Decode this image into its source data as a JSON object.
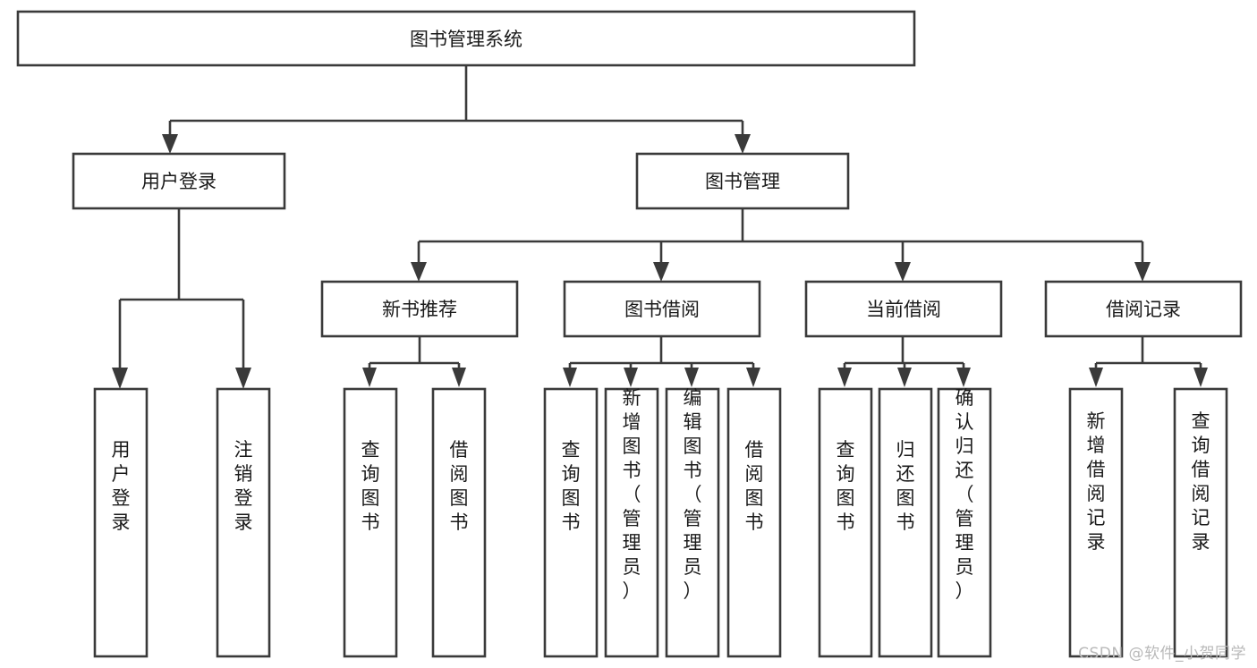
{
  "diagram": {
    "type": "tree-hierarchy",
    "title": "图书管理系统",
    "orientation": "top-down",
    "colors": {
      "box_stroke": "#3a3a3a",
      "box_fill": "#ffffff",
      "connector": "#3a3a3a",
      "text": "#1a1a1a",
      "background": "#ffffff",
      "watermark": "#b9b9b9"
    },
    "root": {
      "id": "root",
      "label": "图书管理系统"
    },
    "level2": [
      {
        "id": "user-login",
        "label": "用户登录"
      },
      {
        "id": "book-management",
        "label": "图书管理"
      }
    ],
    "level3": [
      {
        "id": "new-book-recommend",
        "label": "新书推荐",
        "parent": "book-management"
      },
      {
        "id": "book-borrow",
        "label": "图书借阅",
        "parent": "book-management"
      },
      {
        "id": "current-borrow",
        "label": "当前借阅",
        "parent": "book-management"
      },
      {
        "id": "borrow-record",
        "label": "借阅记录",
        "parent": "book-management"
      }
    ],
    "leaves": [
      {
        "id": "leaf-user-login",
        "label": "用户登录",
        "parent": "user-login"
      },
      {
        "id": "leaf-logout",
        "label": "注销登录",
        "parent": "user-login"
      },
      {
        "id": "leaf-query-book-1",
        "label": "查询图书",
        "parent": "new-book-recommend"
      },
      {
        "id": "leaf-borrow-book-1",
        "label": "借阅图书",
        "parent": "new-book-recommend"
      },
      {
        "id": "leaf-query-book-2",
        "label": "查询图书",
        "parent": "book-borrow"
      },
      {
        "id": "leaf-add-book",
        "label": "新增图书（管理员）",
        "parent": "book-borrow"
      },
      {
        "id": "leaf-edit-book",
        "label": "编辑图书（管理员）",
        "parent": "book-borrow"
      },
      {
        "id": "leaf-borrow-book-2",
        "label": "借阅图书",
        "parent": "book-borrow"
      },
      {
        "id": "leaf-query-book-3",
        "label": "查询图书",
        "parent": "current-borrow"
      },
      {
        "id": "leaf-return-book",
        "label": "归还图书",
        "parent": "current-borrow"
      },
      {
        "id": "leaf-confirm-return",
        "label": "确认归还（管理员）",
        "parent": "current-borrow"
      },
      {
        "id": "leaf-add-record",
        "label": "新增借阅记录",
        "parent": "borrow-record"
      },
      {
        "id": "leaf-query-record",
        "label": "查询借阅记录",
        "parent": "borrow-record"
      }
    ]
  },
  "watermark": {
    "text": "CSDN @软件_小贺同学"
  }
}
